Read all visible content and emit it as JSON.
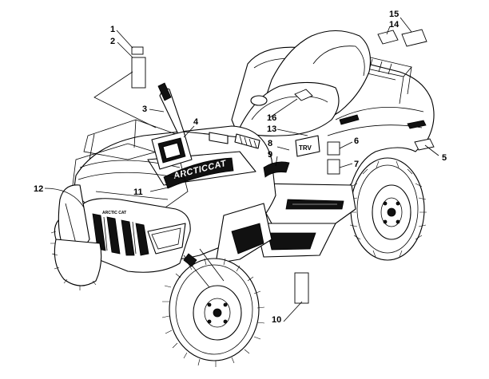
{
  "callouts": [
    {
      "id": "1",
      "label": "1"
    },
    {
      "id": "2",
      "label": "2"
    },
    {
      "id": "3",
      "label": "3"
    },
    {
      "id": "4",
      "label": "4"
    },
    {
      "id": "5",
      "label": "5"
    },
    {
      "id": "6",
      "label": "6"
    },
    {
      "id": "7",
      "label": "7"
    },
    {
      "id": "8",
      "label": "8"
    },
    {
      "id": "9",
      "label": "9"
    },
    {
      "id": "10",
      "label": "10"
    },
    {
      "id": "11",
      "label": "11"
    },
    {
      "id": "12",
      "label": "12"
    },
    {
      "id": "13",
      "label": "13"
    },
    {
      "id": "14",
      "label": "14"
    },
    {
      "id": "15",
      "label": "15"
    },
    {
      "id": "16",
      "label": "16"
    }
  ],
  "vehicle": {
    "brand_text": "ARCTICCAT",
    "side_badge": "TRV",
    "grille_text": "ARCTIC CAT"
  }
}
